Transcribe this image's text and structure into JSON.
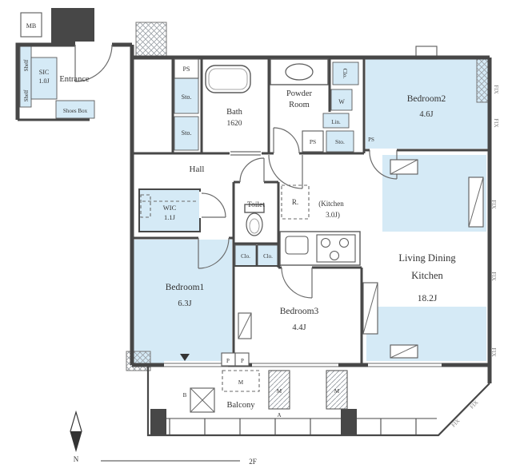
{
  "colors": {
    "room_fill": "#d5eaf6",
    "wall": "#474747",
    "text": "#343434"
  },
  "rooms": {
    "entrance": {
      "name": "Entrance"
    },
    "hall": {
      "name": "Hall"
    },
    "bath": {
      "name": "Bath",
      "size": "1620"
    },
    "powder_room": {
      "name_line1": "Powder",
      "name_line2": "Room"
    },
    "toilet": {
      "name": "Toilet"
    },
    "kitchen": {
      "name_line1": "(Kitchen",
      "name_line2": "3.0J)"
    },
    "living_dining_kitchen": {
      "name_line1": "Living Dining",
      "name_line2": "Kitchen",
      "size": "18.2J"
    },
    "bedroom1": {
      "name": "Bedroom1",
      "size": "6.3J"
    },
    "bedroom2": {
      "name": "Bedroom2",
      "size": "4.6J"
    },
    "bedroom3": {
      "name": "Bedroom3",
      "size": "4.4J"
    },
    "wic": {
      "name": "WIC",
      "size": "1.1J"
    },
    "sic": {
      "name": "SIC",
      "size": "1.0J"
    },
    "balcony": {
      "name": "Balcony"
    }
  },
  "fixtures": {
    "mb": "MB",
    "shelf_upper": "Shelf",
    "shelf_lower": "Shelf",
    "shoes_box": "Shoes Box",
    "ps_top": "PS",
    "ps_mid": "PS",
    "ps_side": "PS",
    "sto_upper": "Sto.",
    "sto_lower": "Sto.",
    "sto_small": "Sto.",
    "clo_powder": "Clo.",
    "washer": "W",
    "linen": "Lin.",
    "fridge": "R.",
    "clo_bedroom3_left": "Clo.",
    "clo_bedroom3_right": "Clo.",
    "pillar_p_left": "P",
    "pillar_p_right": "P"
  },
  "balcony_items": {
    "marker_m_dashed": "M",
    "marker_m1": "M",
    "marker_m2": "M",
    "marker_b": "B",
    "marker_a": "A"
  },
  "glazing": {
    "fix": "FIX"
  },
  "floor_indicator": "2F",
  "compass": {
    "north": "N"
  }
}
